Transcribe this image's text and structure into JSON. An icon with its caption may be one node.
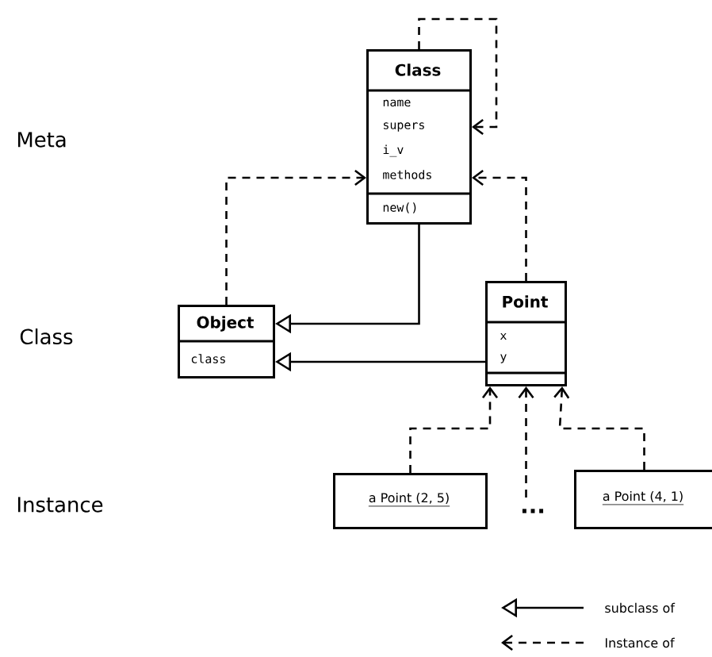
{
  "diagram": {
    "nodes": [
      {
        "text": [
          "Class",
          "name",
          "supers",
          "i_v",
          "methods",
          "new()"
        ]
      },
      {
        "text": [
          "Object",
          "class"
        ]
      },
      {
        "text": [
          "Point",
          "x",
          "y"
        ]
      },
      {
        "text": [
          "a Point (2, 5)"
        ]
      },
      {
        "text": [
          "..."
        ]
      },
      {
        "text": [
          "a Point (4, 1)"
        ]
      }
    ],
    "edges": [
      {
        "from": 0,
        "to": 0,
        "arrow": "to",
        "style": "dashed"
      },
      {
        "from": 1,
        "to": 0,
        "arrow": "to",
        "style": "dashed"
      },
      {
        "from": 2,
        "to": 0,
        "arrow": "to",
        "style": "dashed"
      },
      {
        "from": 0,
        "to": 1,
        "arrow": "to"
      },
      {
        "from": 2,
        "to": 1,
        "arrow": "to"
      },
      {
        "from": 3,
        "to": 2,
        "arrow": "to",
        "style": "dashed"
      },
      {
        "from": 4,
        "to": 2,
        "arrow": "to",
        "style": "dashed"
      },
      {
        "from": 5,
        "to": 2,
        "arrow": "to",
        "style": "dashed"
      }
    ],
    "labels": [
      "Meta",
      "Class",
      "Instance"
    ],
    "legend": [
      {
        "text": "subclass of"
      },
      {
        "text": "Instance of"
      }
    ]
  }
}
